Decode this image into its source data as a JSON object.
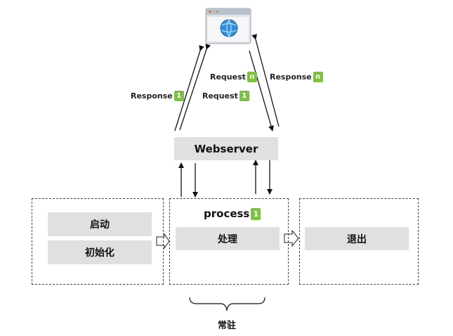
{
  "browser": {
    "icon": "browser-globe-icon"
  },
  "arrows": {
    "response_1": {
      "text": "Response",
      "badge": "1"
    },
    "request_1": {
      "text": "Request",
      "badge": "1"
    },
    "request_n": {
      "text": "Request",
      "badge": "n"
    },
    "response_n": {
      "text": "Response",
      "badge": "n"
    }
  },
  "webserver": {
    "label": "Webserver"
  },
  "left_group": {
    "start_label": "启动",
    "init_label": "初始化"
  },
  "process": {
    "title": "process",
    "badge": "1",
    "handle_label": "处理"
  },
  "exit_group": {
    "label": "退出"
  },
  "resident_label": "常驻",
  "colors": {
    "badge_green": "#7cc142",
    "box_grey": "#e0e0e0"
  }
}
